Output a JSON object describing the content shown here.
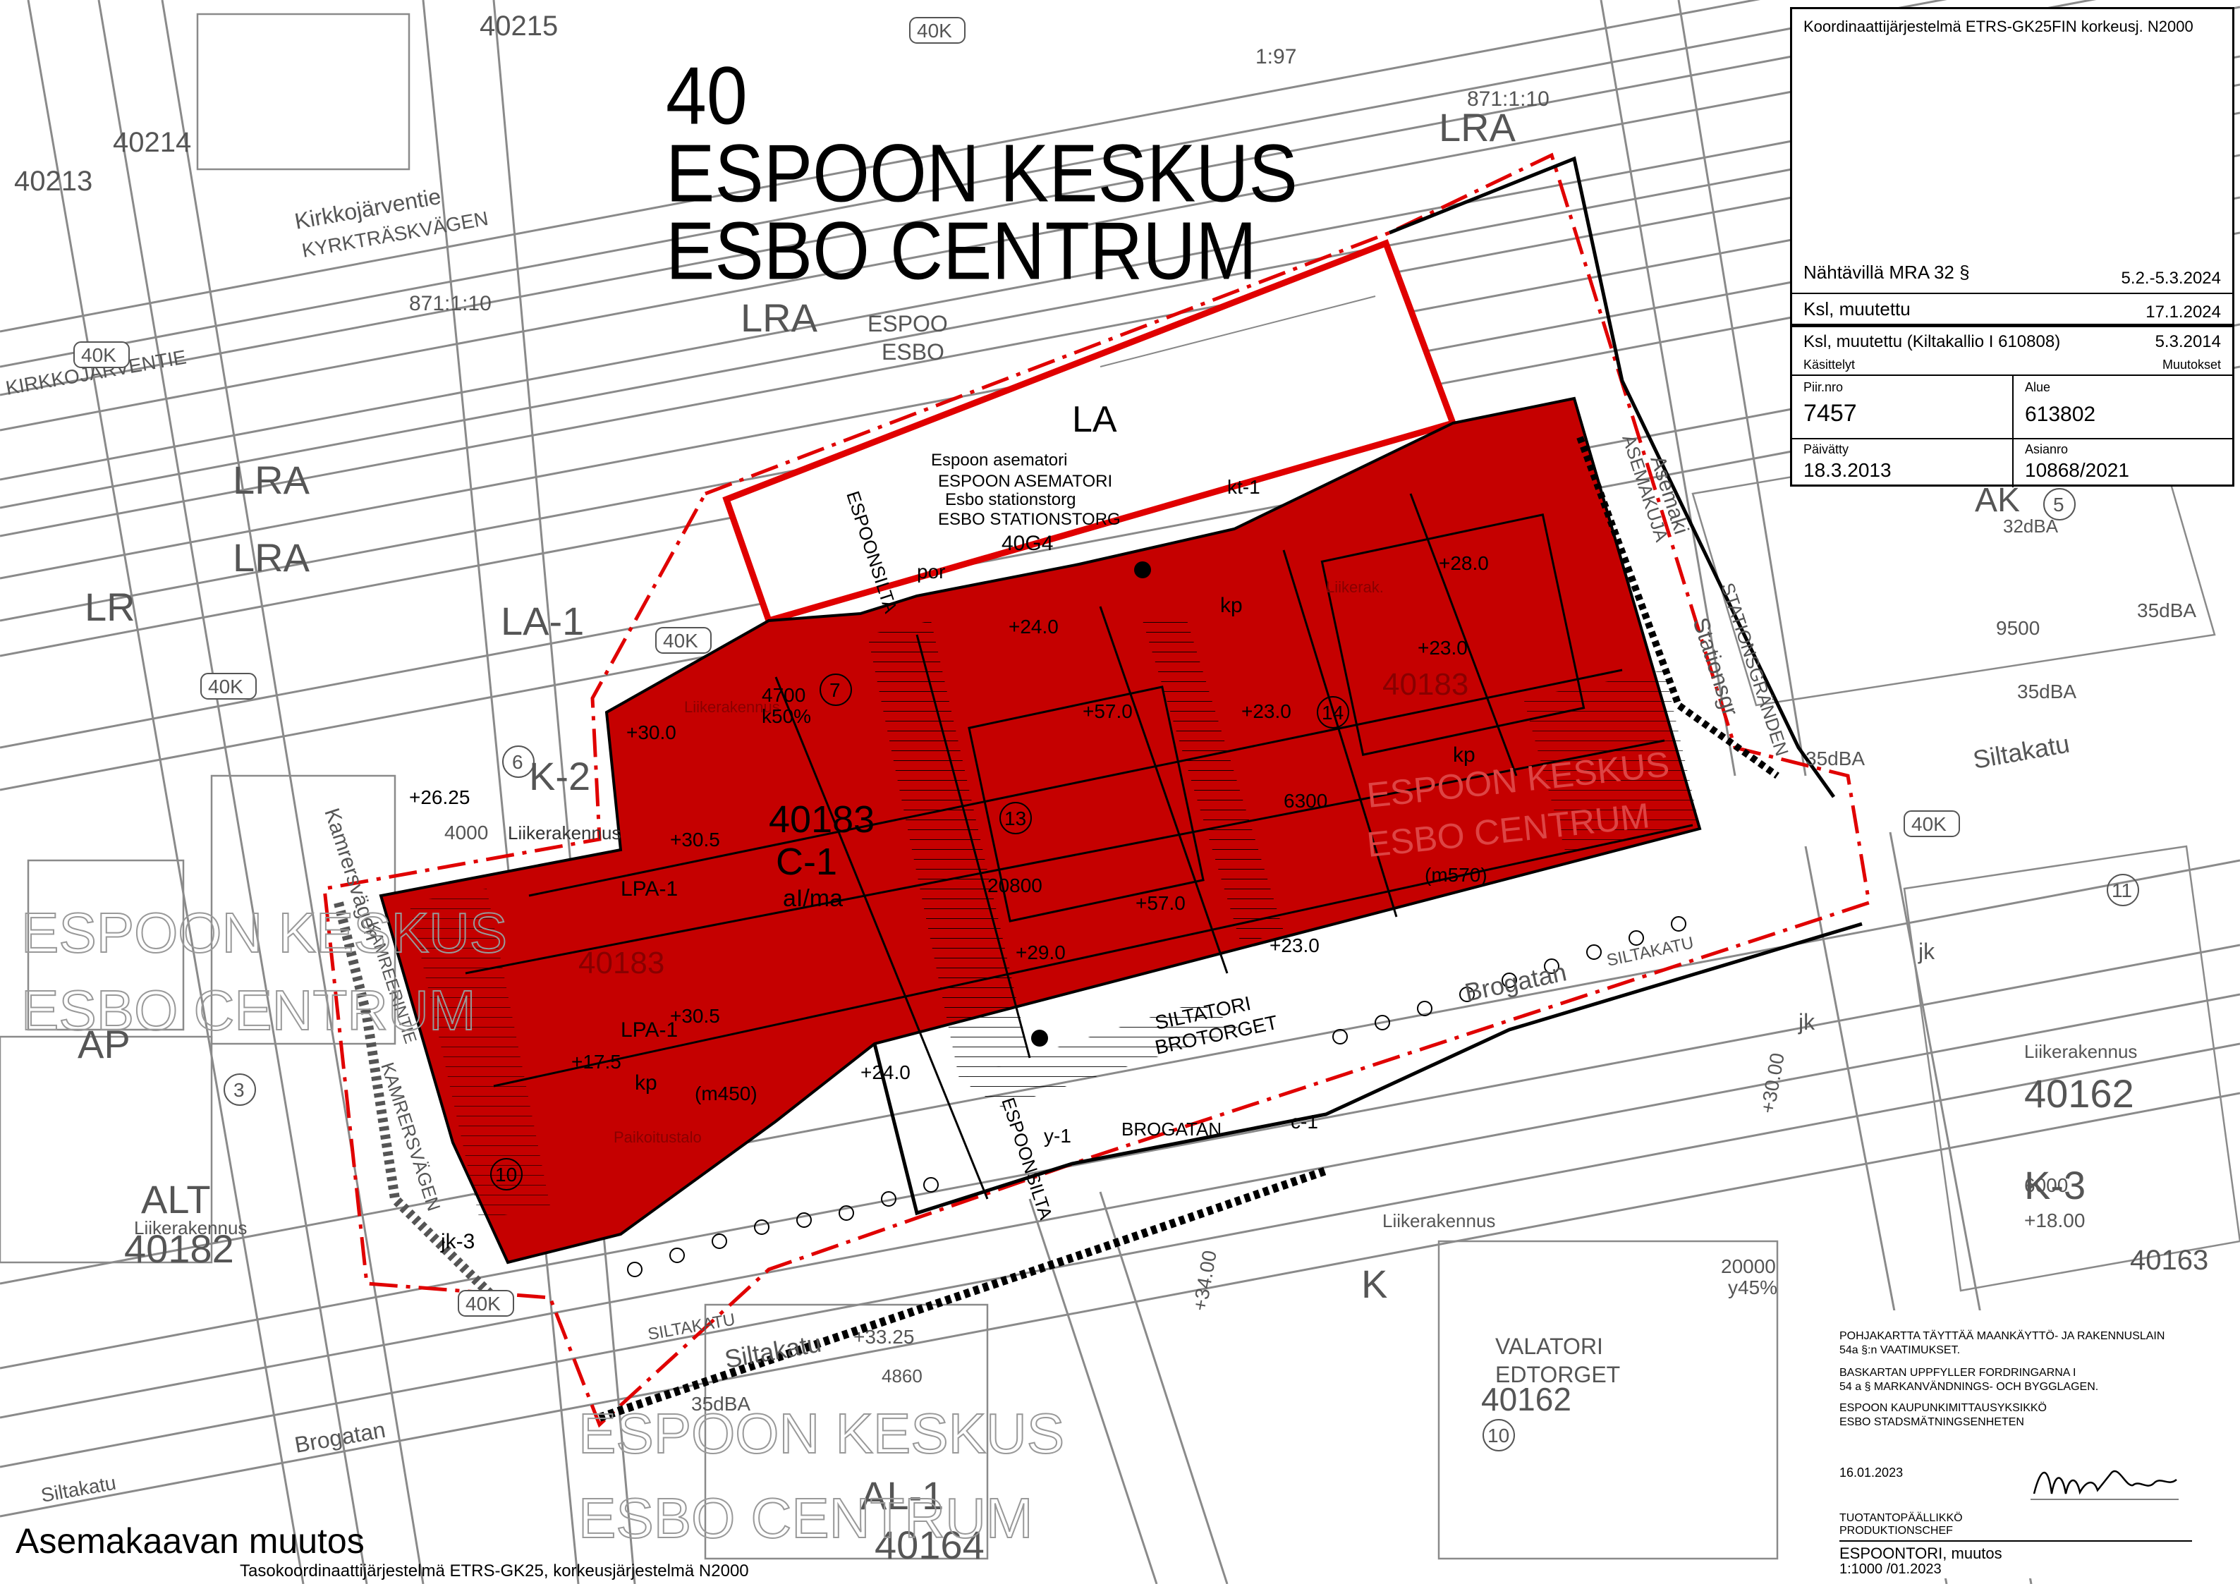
{
  "header": {
    "number": "40",
    "district_fi": "ESPOON KESKUS",
    "district_sv": "ESBO CENTRUM"
  },
  "colors": {
    "plan_area": "#c50000",
    "plan_border": "#e00000",
    "map_lines": "#7a7a7a",
    "ink": "#000000"
  },
  "info": {
    "coord_system": "Koordinaattijärjestelmä ETRS-GK25FIN korkeusj. N2000",
    "row1_label": "Nähtävillä MRA 32 §",
    "row1_value": "5.2.-5.3.2024",
    "row2_label": "Ksl, muutettu",
    "row2_value": "17.1.2024",
    "row3_label": "Ksl, muutettu (Kiltakallio I  610808)",
    "row3_value": "5.3.2014",
    "kasittelyt": "Käsittelyt",
    "muutokset": "Muutokset",
    "piir_label": "Piir.nro",
    "piir_value": "7457",
    "alue_label": "Alue",
    "alue_value": "613802",
    "paivatty_label": "Päivätty",
    "paivatty_value": "18.3.2013",
    "asianro_label": "Asianro",
    "asianro_value": "10868/2021"
  },
  "stamp": {
    "line1": "POHJAKARTTA TÄYTTÄÄ MAANKÄYTTÖ- JA RAKENNUSLAIN",
    "line2": "54a §:n VAATIMUKSET.",
    "line3": "BASKARTAN UPPFYLLER FORDRINGARNA I",
    "line4": "54 a § MARKANVÄNDNINGS- OCH BYGGLAGEN.",
    "line5": "ESPOON KAUPUNKIMITTAUSYKSIKKÖ",
    "line6": "ESBO STADSMÄTNINGSENHETEN",
    "date": "16.01.2023",
    "role_fi": "TUOTANTOPÄÄLLIKKÖ",
    "role_sv": "PRODUKTIONSCHEF",
    "title": "ESPOONTORI, muutos",
    "scale": "1:1000 /01.2023"
  },
  "footer": {
    "title": "Asemakaavan muutos",
    "coord": "Tasokoordinaattijärjestelmä ETRS-GK25, korkeusjärjestelmä N2000"
  },
  "map_labels": {
    "block_main": "40183",
    "zone_main": "C-1",
    "aima": "aI/ma",
    "la": "LA",
    "asematori_fi": "Espoon asematori",
    "asematori_fi_caps": "ESPOON ASEMATORI",
    "asematori_sv": "Esbo stationstorg",
    "asematori_sv_caps": "ESBO STATIONSTORG",
    "g4": "40G4",
    "kt1": "kt-1",
    "lra": "LRA",
    "la1": "LA-1",
    "lr": "LR",
    "k2": "K-2",
    "k3": "K-3",
    "k": "K",
    "alt": "ALT",
    "ap": "AP",
    "al1": "AL-1",
    "ak": "AK",
    "block_40182": "40182",
    "block_40162": "40162",
    "block_40164": "40164",
    "block_40163": "40163",
    "block_40214": "40214",
    "block_40213": "40213",
    "block_40215": "40215",
    "k40": "40K",
    "espoo": "ESPOO",
    "esbo": "ESBO",
    "kirkkojarventie": "Kirkkojärventie",
    "kyrktraskvagen": "KYRKTRÄSKVÄGEN",
    "kirkkojarventie_caps": "KIRKKOJÄRVENTIE",
    "siltakatu": "Siltakatu",
    "siltakatu_caps": "SILTAKATU",
    "brogatan": "Brogatan",
    "brogatan_caps": "BROGATAN",
    "kamreerintie": "KAMREERINTIE",
    "kamrersvagen": "KAMRERSVÄGEN",
    "kamrersvagen_l": "Kamrersvägen",
    "asemakuja": "ASEMAKUJA",
    "asemaki": "Asemaki",
    "stationsgranden": "STATIONSGRÄNDEN",
    "stationsgr": "Stationsgr",
    "espoonsilta": "ESPOONSILTA",
    "siltatori": "SILTATORI",
    "brotorget": "BROTORGET",
    "valatori": "VALATORI",
    "edtorget": "EDTORGET",
    "liikerakennus": "Liikerakennus",
    "liikerak": "Liikerak.",
    "pysakointi": "Paikoitustalo",
    "ratio": "871:1:10",
    "ratio2": "1:97",
    "h30": "+30.0",
    "h305": "+30.5",
    "h2625": "+26.25",
    "h175": "+17.5",
    "h24": "+24.0",
    "h28": "+28.0",
    "h23": "+23.0",
    "h57": "+57.0",
    "h29": "+29.0",
    "h18": "+18.00",
    "h3000": "+30.00",
    "h3325": "+33.25",
    "h3400": "+34.00",
    "e4700": "4700",
    "e4000": "4000",
    "e6300": "6300",
    "e20800": "20800",
    "e6000": "6000",
    "e9500": "9500",
    "e20000": "20000",
    "e4860": "4860",
    "k50": "k50%",
    "y45": "y45%",
    "m450": "(m450)",
    "m570": "(m570)",
    "lpa1": "LPA-1",
    "kp": "kp",
    "db35": "35dBA",
    "db32": "32dBA",
    "sub_a": "a",
    "r10": "10",
    "r11": "11",
    "r13": "13",
    "r14": "14",
    "r7": "7",
    "r6": "6",
    "r3": "3",
    "r5": "5",
    "jk": "jk",
    "jk3": "jk-3",
    "y1": "y-1",
    "c1": "c-1",
    "por": "por"
  }
}
